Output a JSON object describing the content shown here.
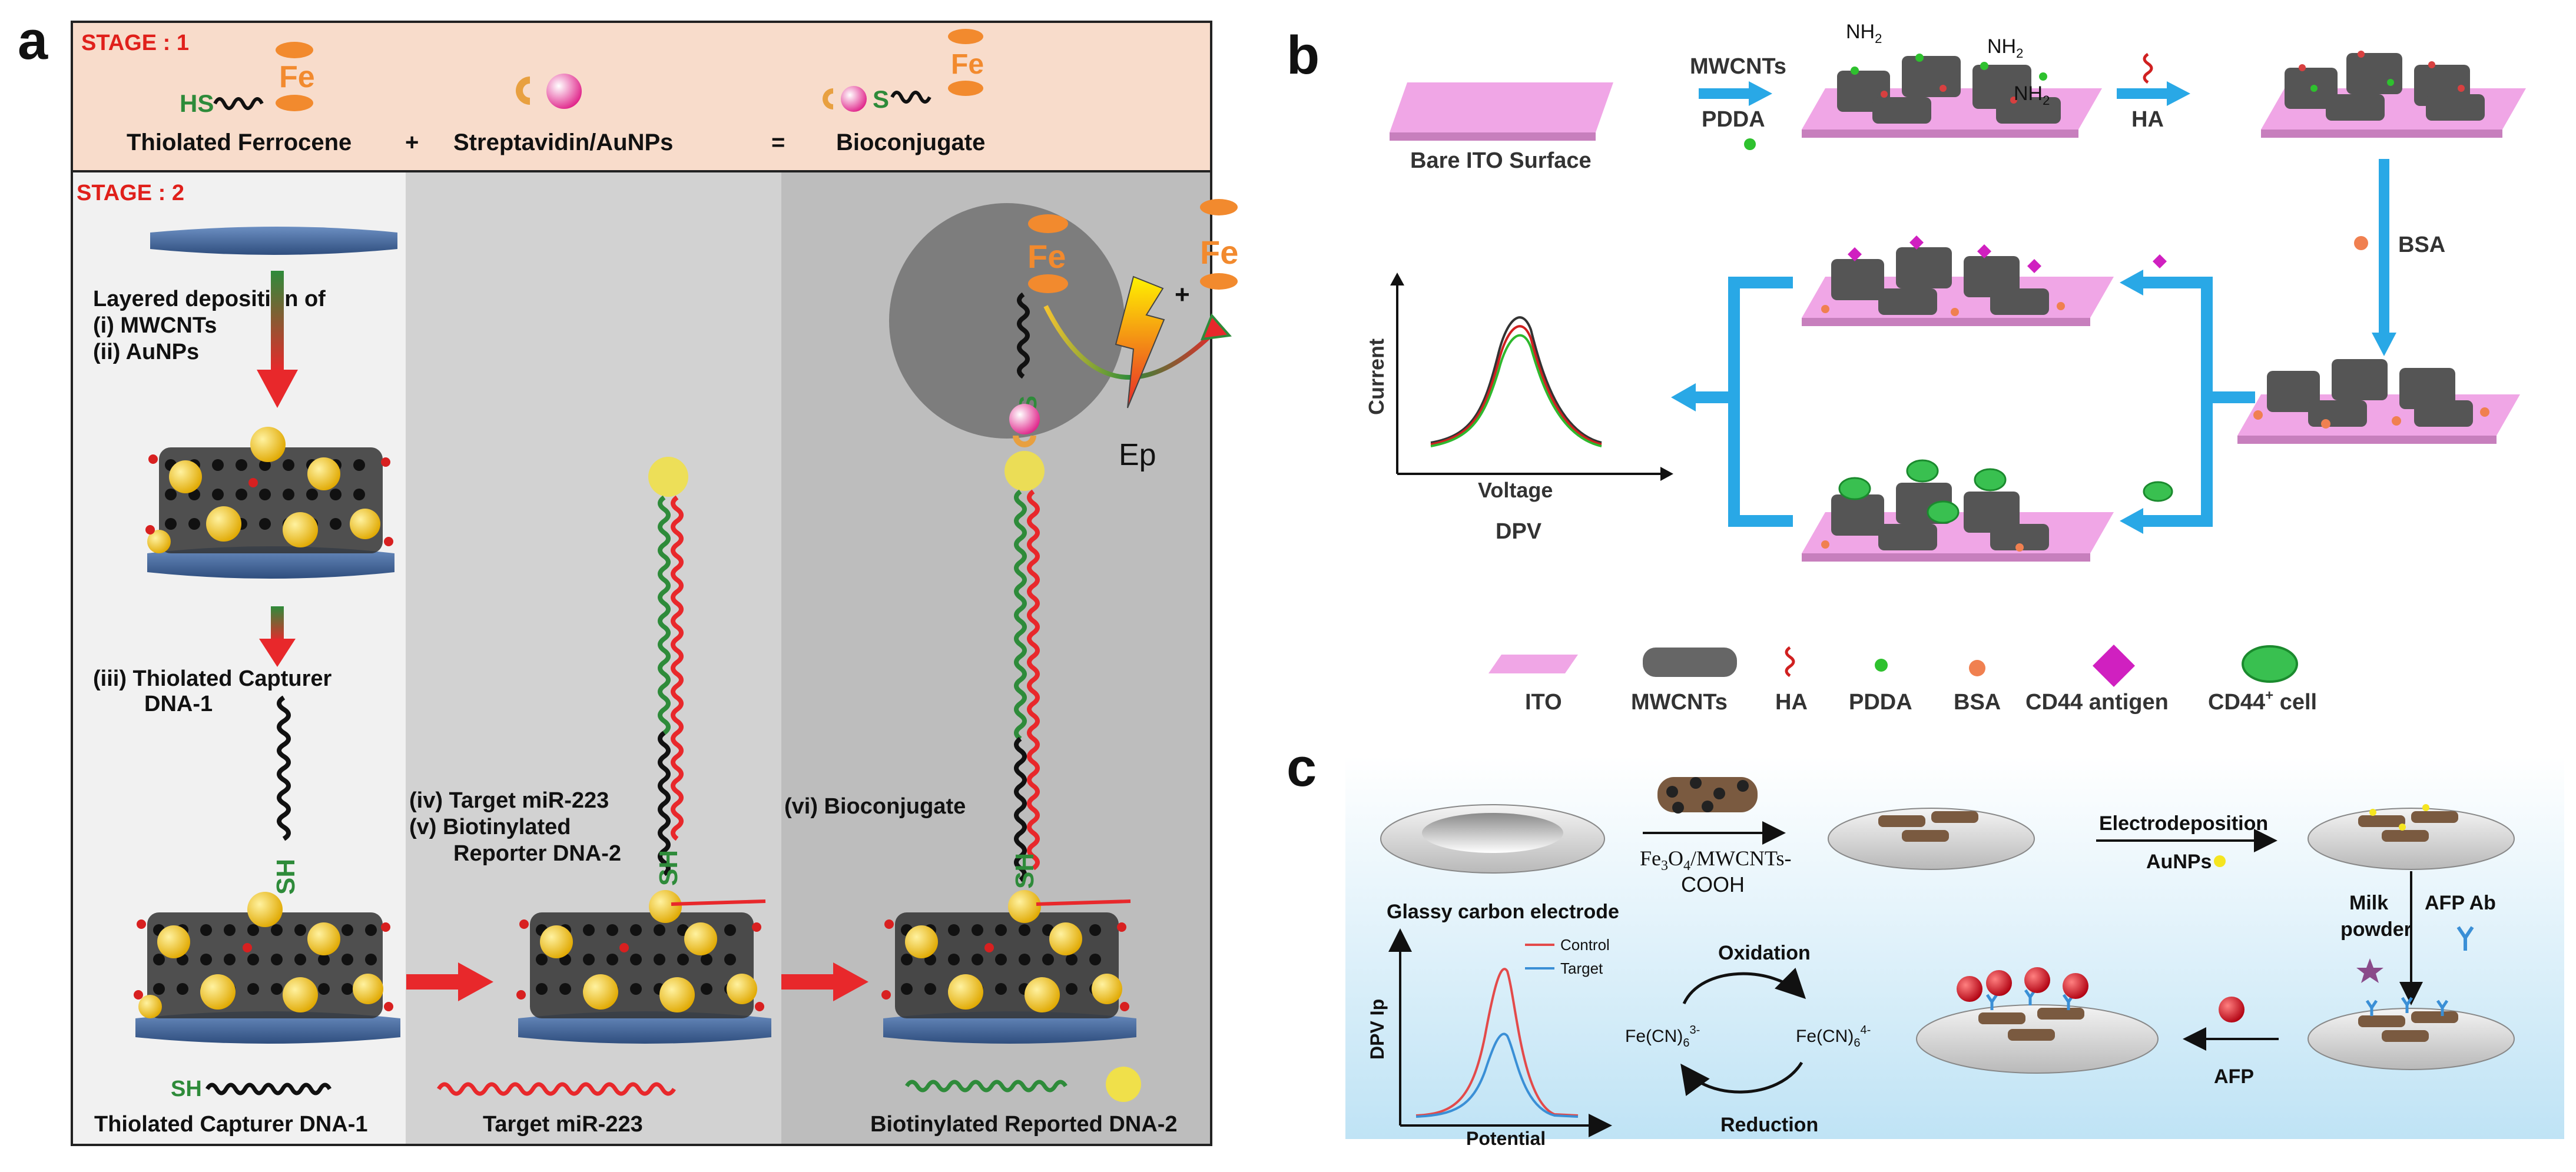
{
  "panel_a": {
    "letter": "a",
    "stage1": {
      "label": "STAGE : 1",
      "hs": "HS",
      "fe": "Fe",
      "s": "S",
      "thiolated_ferrocene": "Thiolated Ferrocene",
      "plus": "+",
      "streptavidin": "Streptavidin/AuNPs",
      "equals": "=",
      "bioconjugate": "Bioconjugate"
    },
    "stage2": {
      "label": "STAGE : 2",
      "layered_1": "Layered deposition of",
      "layered_2": "(i) MWCNTs",
      "layered_3": "(ii) AuNPs",
      "capturer_1": "(iii)  Thiolated Capturer",
      "capturer_2": "DNA-1",
      "target_1": "(iv) Target miR-223",
      "target_2": "(v) Biotinylated",
      "target_3": "Reporter DNA-2",
      "bioconj_label": "(vi) Bioconjugate",
      "sh": "SH",
      "fe": "Fe",
      "plus": "+",
      "ep": "Ep",
      "legend_sh": "SH",
      "legend_1": "Thiolated Capturer DNA-1",
      "legend_2": "Target miR-223",
      "legend_3": "Biotinylated Reported DNA-2"
    },
    "colors": {
      "stage_label": "#e0201b",
      "stage1_bg": "#f8dccb",
      "col1_bg": "#f1f1f1",
      "col2_bg": "#d2d2d2",
      "col3_bg": "#bdbdbd",
      "ferrocene": "#f28a2e",
      "gold": "#f4c430",
      "electrode": "#4a6fa5",
      "arrow_red": "#e8282b",
      "dna_green": "#2e8b3a",
      "dna_red": "#e8282b"
    }
  },
  "panel_b": {
    "letter": "b",
    "bare_ito": "Bare ITO Surface",
    "mwcnts": "MWCNTs",
    "pdda": "PDDA",
    "nh2": "NH",
    "nh2_sub": "2",
    "ha": "HA",
    "bsa": "BSA",
    "current": "Current",
    "voltage": "Voltage",
    "dpv": "DPV",
    "legend": {
      "ito": "ITO",
      "mwcnts": "MWCNTs",
      "ha": "HA",
      "pdda": "PDDA",
      "bsa": "BSA",
      "cd44_antigen": "CD44 antigen",
      "cd44_cell": "CD44",
      "cd44_sup": "+",
      "cd44_cell_suffix": " cell"
    },
    "colors": {
      "ito": "#f0a6e6",
      "arrow": "#29a8e6"
    }
  },
  "panel_c": {
    "letter": "c",
    "fe3o4_1": "Fe",
    "fe3o4_sub1": "3",
    "fe3o4_2": "O",
    "fe3o4_sub2": "4",
    "fe3o4_3": "/MWCNTs-",
    "fe3o4_4": "COOH",
    "electrodeposition": "Electrodeposition",
    "aunps": "AuNPs",
    "milk_1": "Milk",
    "milk_2": "powder",
    "afp_ab": "AFP Ab",
    "afp": "AFP",
    "gce": "Glassy carbon electrode",
    "control": "Control",
    "target": "Target",
    "dpv_ip": "DPV Ip",
    "potential": "Potential",
    "oxidation": "Oxidation",
    "reduction": "Reduction",
    "fecn": "Fe(CN)",
    "fecn_sub": "6",
    "fecn_sup3": "3-",
    "fecn_sup4": "4-",
    "colors": {
      "bg_top": "#ffffff",
      "bg_bottom": "#bfe3f5",
      "control": "#e34a4a",
      "target": "#3a8fd6"
    }
  }
}
